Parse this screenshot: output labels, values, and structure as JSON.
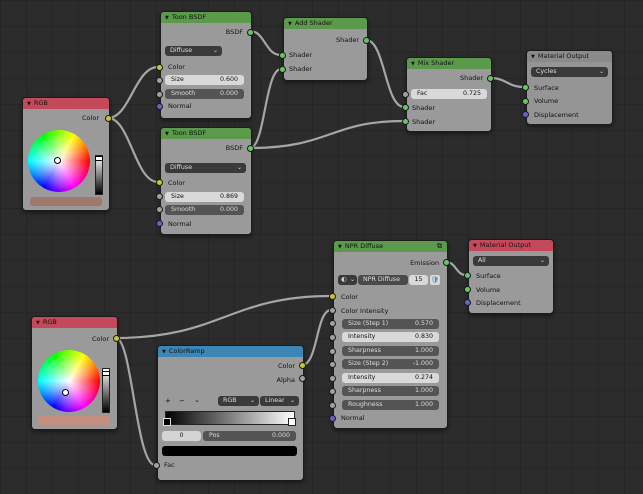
{
  "colors": {
    "header_shader": "#5a9a4a",
    "header_input": "#c4495a",
    "header_converter": "#3c86b5",
    "socket_color": "#c7c729",
    "socket_shader": "#63c763",
    "socket_float": "#a1a1a1",
    "socket_vector": "#6363c7",
    "link": "#a6a6a6",
    "rgb1_swatch": "#a2776d",
    "rgb2_swatch": "#c48f7f"
  },
  "toon1": {
    "title": "Toon BSDF",
    "out_bsdf": "BSDF",
    "component": "Diffuse",
    "in_color": "Color",
    "size_label": "Size",
    "size_value": "0.600",
    "smooth_label": "Smooth",
    "smooth_value": "0.000",
    "in_normal": "Normal"
  },
  "toon2": {
    "title": "Toon BSDF",
    "out_bsdf": "BSDF",
    "component": "Diffuse",
    "in_color": "Color",
    "size_label": "Size",
    "size_value": "0.869",
    "smooth_label": "Smooth",
    "smooth_value": "0.000",
    "in_normal": "Normal"
  },
  "add_shader": {
    "title": "Add Shader",
    "out_shader": "Shader",
    "in_shader1": "Shader",
    "in_shader2": "Shader"
  },
  "mix_shader": {
    "title": "Mix Shader",
    "out_shader": "Shader",
    "fac_label": "Fac",
    "fac_value": "0.725",
    "in_shader1": "Shader",
    "in_shader2": "Shader"
  },
  "material_output1": {
    "title": "Material Output",
    "target": "Cycles",
    "in_surface": "Surface",
    "in_volume": "Volume",
    "in_displacement": "Displacement"
  },
  "rgb1": {
    "title": "RGB",
    "out_color": "Color"
  },
  "rgb2": {
    "title": "RGB",
    "out_color": "Color"
  },
  "npr": {
    "title": "NPR Diffuse",
    "out_emission": "Emission",
    "group_name": "NPR Diffuse",
    "users": "15",
    "in_color": "Color",
    "in_color_intensity": "Color Intensity",
    "fields": [
      {
        "label": "Size (Step 1)",
        "value": "0.570",
        "selected": false
      },
      {
        "label": "Intensity",
        "value": "0.830",
        "selected": true
      },
      {
        "label": "Sharpness",
        "value": "1.000",
        "selected": false
      },
      {
        "label": "Size (Step 2)",
        "value": "-1.000",
        "selected": false
      },
      {
        "label": "Intensity",
        "value": "0.274",
        "selected": true
      },
      {
        "label": "Sharpness",
        "value": "1.000",
        "selected": false
      },
      {
        "label": "Roughness",
        "value": "1.000",
        "selected": false
      }
    ],
    "in_normal": "Normal"
  },
  "material_output2": {
    "title": "Material Output",
    "target": "All",
    "in_surface": "Surface",
    "in_volume": "Volume",
    "in_displacement": "Displacement"
  },
  "colorramp": {
    "title": "ColorRamp",
    "out_color": "Color",
    "out_alpha": "Alpha",
    "add_label": "+",
    "remove_label": "−",
    "more_label": "⌄",
    "mode": "RGB",
    "interpolation": "Linear",
    "index": "0",
    "pos_label": "Pos",
    "pos_value": "0.000",
    "in_fac": "Fac"
  }
}
